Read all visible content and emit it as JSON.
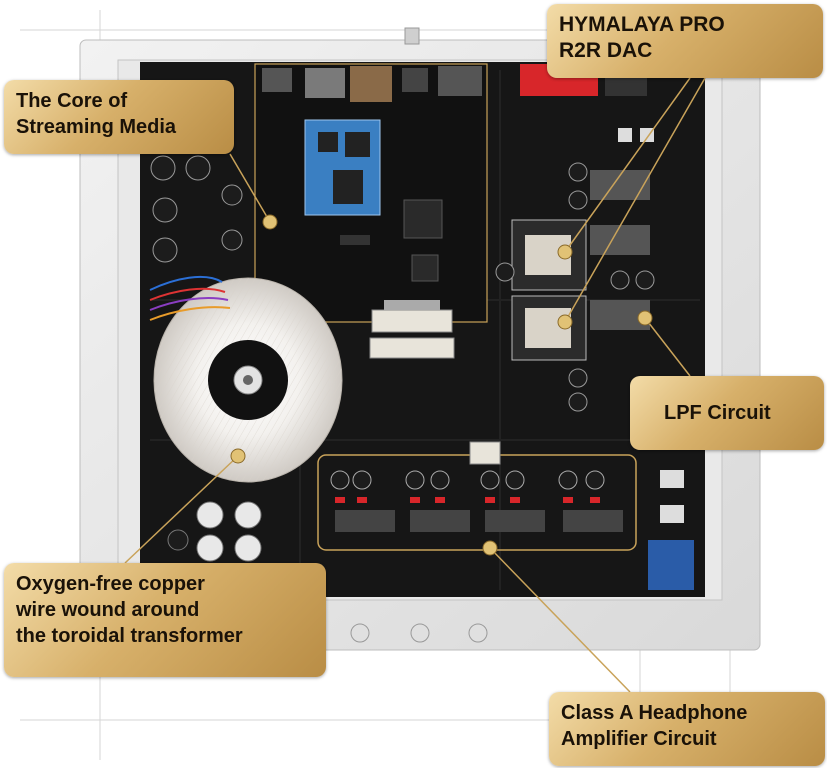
{
  "image": {
    "description_type": "product-board-photo",
    "colors": {
      "chassis": "#e6e6e6",
      "pcb": "#161616",
      "callout_gold": "#d7b06a",
      "outline_gold": "#c9a35a",
      "callout_text": "#1a1208"
    }
  },
  "callouts": {
    "dac": {
      "lines": [
        "HYMALAYA PRO",
        "R2R DAC"
      ]
    },
    "core": {
      "lines": [
        "The Core of",
        "Streaming Media"
      ]
    },
    "lpf": {
      "lines": [
        "LPF Circuit"
      ]
    },
    "oxygen": {
      "lines": [
        "Oxygen-free copper",
        "wire wound around",
        "the toroidal transformer"
      ]
    },
    "amp": {
      "lines": [
        "Class A Headphone",
        "Amplifier Circuit"
      ]
    }
  }
}
